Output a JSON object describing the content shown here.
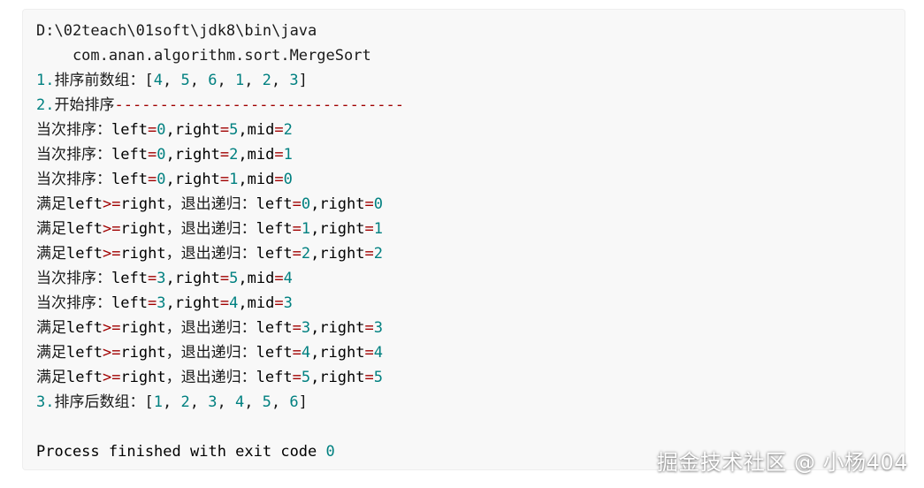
{
  "console": {
    "lines": [
      [
        {
          "t": "D:\\02teach\\01soft\\jdk8\\bin\\java",
          "c": "plain"
        }
      ],
      [
        {
          "t": "    com.anan.algorithm.sort.MergeSort",
          "c": "plain"
        }
      ],
      [
        {
          "t": "1.",
          "c": "num"
        },
        {
          "t": "排序前数组：[",
          "c": "plain"
        },
        {
          "t": "4",
          "c": "num"
        },
        {
          "t": ", ",
          "c": "plain"
        },
        {
          "t": "5",
          "c": "num"
        },
        {
          "t": ", ",
          "c": "plain"
        },
        {
          "t": "6",
          "c": "num"
        },
        {
          "t": ", ",
          "c": "plain"
        },
        {
          "t": "1",
          "c": "num"
        },
        {
          "t": ", ",
          "c": "plain"
        },
        {
          "t": "2",
          "c": "num"
        },
        {
          "t": ", ",
          "c": "plain"
        },
        {
          "t": "3",
          "c": "num"
        },
        {
          "t": "]",
          "c": "plain"
        }
      ],
      [
        {
          "t": "2.",
          "c": "num"
        },
        {
          "t": "开始排序",
          "c": "plain"
        },
        {
          "t": "--------------------------------",
          "c": "sep"
        }
      ],
      [
        {
          "t": "当次排序：",
          "c": "plain"
        },
        {
          "t": "left",
          "c": "kw"
        },
        {
          "t": "=",
          "c": "op"
        },
        {
          "t": "0",
          "c": "num"
        },
        {
          "t": ",right",
          "c": "kw"
        },
        {
          "t": "=",
          "c": "op"
        },
        {
          "t": "5",
          "c": "num"
        },
        {
          "t": ",mid",
          "c": "kw"
        },
        {
          "t": "=",
          "c": "op"
        },
        {
          "t": "2",
          "c": "num"
        }
      ],
      [
        {
          "t": "当次排序：",
          "c": "plain"
        },
        {
          "t": "left",
          "c": "kw"
        },
        {
          "t": "=",
          "c": "op"
        },
        {
          "t": "0",
          "c": "num"
        },
        {
          "t": ",right",
          "c": "kw"
        },
        {
          "t": "=",
          "c": "op"
        },
        {
          "t": "2",
          "c": "num"
        },
        {
          "t": ",mid",
          "c": "kw"
        },
        {
          "t": "=",
          "c": "op"
        },
        {
          "t": "1",
          "c": "num"
        }
      ],
      [
        {
          "t": "当次排序：",
          "c": "plain"
        },
        {
          "t": "left",
          "c": "kw"
        },
        {
          "t": "=",
          "c": "op"
        },
        {
          "t": "0",
          "c": "num"
        },
        {
          "t": ",right",
          "c": "kw"
        },
        {
          "t": "=",
          "c": "op"
        },
        {
          "t": "1",
          "c": "num"
        },
        {
          "t": ",mid",
          "c": "kw"
        },
        {
          "t": "=",
          "c": "op"
        },
        {
          "t": "0",
          "c": "num"
        }
      ],
      [
        {
          "t": "满足",
          "c": "plain"
        },
        {
          "t": "left",
          "c": "kw"
        },
        {
          "t": ">=",
          "c": "op"
        },
        {
          "t": "right",
          "c": "kw"
        },
        {
          "t": "，退出递归：",
          "c": "plain"
        },
        {
          "t": "left",
          "c": "kw"
        },
        {
          "t": "=",
          "c": "op"
        },
        {
          "t": "0",
          "c": "num"
        },
        {
          "t": ",right",
          "c": "kw"
        },
        {
          "t": "=",
          "c": "op"
        },
        {
          "t": "0",
          "c": "num"
        }
      ],
      [
        {
          "t": "满足",
          "c": "plain"
        },
        {
          "t": "left",
          "c": "kw"
        },
        {
          "t": ">=",
          "c": "op"
        },
        {
          "t": "right",
          "c": "kw"
        },
        {
          "t": "，退出递归：",
          "c": "plain"
        },
        {
          "t": "left",
          "c": "kw"
        },
        {
          "t": "=",
          "c": "op"
        },
        {
          "t": "1",
          "c": "num"
        },
        {
          "t": ",right",
          "c": "kw"
        },
        {
          "t": "=",
          "c": "op"
        },
        {
          "t": "1",
          "c": "num"
        }
      ],
      [
        {
          "t": "满足",
          "c": "plain"
        },
        {
          "t": "left",
          "c": "kw"
        },
        {
          "t": ">=",
          "c": "op"
        },
        {
          "t": "right",
          "c": "kw"
        },
        {
          "t": "，退出递归：",
          "c": "plain"
        },
        {
          "t": "left",
          "c": "kw"
        },
        {
          "t": "=",
          "c": "op"
        },
        {
          "t": "2",
          "c": "num"
        },
        {
          "t": ",right",
          "c": "kw"
        },
        {
          "t": "=",
          "c": "op"
        },
        {
          "t": "2",
          "c": "num"
        }
      ],
      [
        {
          "t": "当次排序：",
          "c": "plain"
        },
        {
          "t": "left",
          "c": "kw"
        },
        {
          "t": "=",
          "c": "op"
        },
        {
          "t": "3",
          "c": "num"
        },
        {
          "t": ",right",
          "c": "kw"
        },
        {
          "t": "=",
          "c": "op"
        },
        {
          "t": "5",
          "c": "num"
        },
        {
          "t": ",mid",
          "c": "kw"
        },
        {
          "t": "=",
          "c": "op"
        },
        {
          "t": "4",
          "c": "num"
        }
      ],
      [
        {
          "t": "当次排序：",
          "c": "plain"
        },
        {
          "t": "left",
          "c": "kw"
        },
        {
          "t": "=",
          "c": "op"
        },
        {
          "t": "3",
          "c": "num"
        },
        {
          "t": ",right",
          "c": "kw"
        },
        {
          "t": "=",
          "c": "op"
        },
        {
          "t": "4",
          "c": "num"
        },
        {
          "t": ",mid",
          "c": "kw"
        },
        {
          "t": "=",
          "c": "op"
        },
        {
          "t": "3",
          "c": "num"
        }
      ],
      [
        {
          "t": "满足",
          "c": "plain"
        },
        {
          "t": "left",
          "c": "kw"
        },
        {
          "t": ">=",
          "c": "op"
        },
        {
          "t": "right",
          "c": "kw"
        },
        {
          "t": "，退出递归：",
          "c": "plain"
        },
        {
          "t": "left",
          "c": "kw"
        },
        {
          "t": "=",
          "c": "op"
        },
        {
          "t": "3",
          "c": "num"
        },
        {
          "t": ",right",
          "c": "kw"
        },
        {
          "t": "=",
          "c": "op"
        },
        {
          "t": "3",
          "c": "num"
        }
      ],
      [
        {
          "t": "满足",
          "c": "plain"
        },
        {
          "t": "left",
          "c": "kw"
        },
        {
          "t": ">=",
          "c": "op"
        },
        {
          "t": "right",
          "c": "kw"
        },
        {
          "t": "，退出递归：",
          "c": "plain"
        },
        {
          "t": "left",
          "c": "kw"
        },
        {
          "t": "=",
          "c": "op"
        },
        {
          "t": "4",
          "c": "num"
        },
        {
          "t": ",right",
          "c": "kw"
        },
        {
          "t": "=",
          "c": "op"
        },
        {
          "t": "4",
          "c": "num"
        }
      ],
      [
        {
          "t": "满足",
          "c": "plain"
        },
        {
          "t": "left",
          "c": "kw"
        },
        {
          "t": ">=",
          "c": "op"
        },
        {
          "t": "right",
          "c": "kw"
        },
        {
          "t": "，退出递归：",
          "c": "plain"
        },
        {
          "t": "left",
          "c": "kw"
        },
        {
          "t": "=",
          "c": "op"
        },
        {
          "t": "5",
          "c": "num"
        },
        {
          "t": ",right",
          "c": "kw"
        },
        {
          "t": "=",
          "c": "op"
        },
        {
          "t": "5",
          "c": "num"
        }
      ],
      [
        {
          "t": "3.",
          "c": "num"
        },
        {
          "t": "排序后数组：[",
          "c": "plain"
        },
        {
          "t": "1",
          "c": "num"
        },
        {
          "t": ", ",
          "c": "plain"
        },
        {
          "t": "2",
          "c": "num"
        },
        {
          "t": ", ",
          "c": "plain"
        },
        {
          "t": "3",
          "c": "num"
        },
        {
          "t": ", ",
          "c": "plain"
        },
        {
          "t": "4",
          "c": "num"
        },
        {
          "t": ", ",
          "c": "plain"
        },
        {
          "t": "5",
          "c": "num"
        },
        {
          "t": ", ",
          "c": "plain"
        },
        {
          "t": "6",
          "c": "num"
        },
        {
          "t": "]",
          "c": "plain"
        }
      ],
      [
        {
          "t": "",
          "c": "plain"
        }
      ],
      [
        {
          "t": "Process finished with exit code ",
          "c": "kw"
        },
        {
          "t": "0",
          "c": "num"
        }
      ]
    ]
  },
  "watermark": "掘金技术社区 @ 小杨404",
  "colors": {
    "background": "#f8f8f8",
    "number": "#008080",
    "operator": "#a00000",
    "text": "#1a1a1a"
  }
}
